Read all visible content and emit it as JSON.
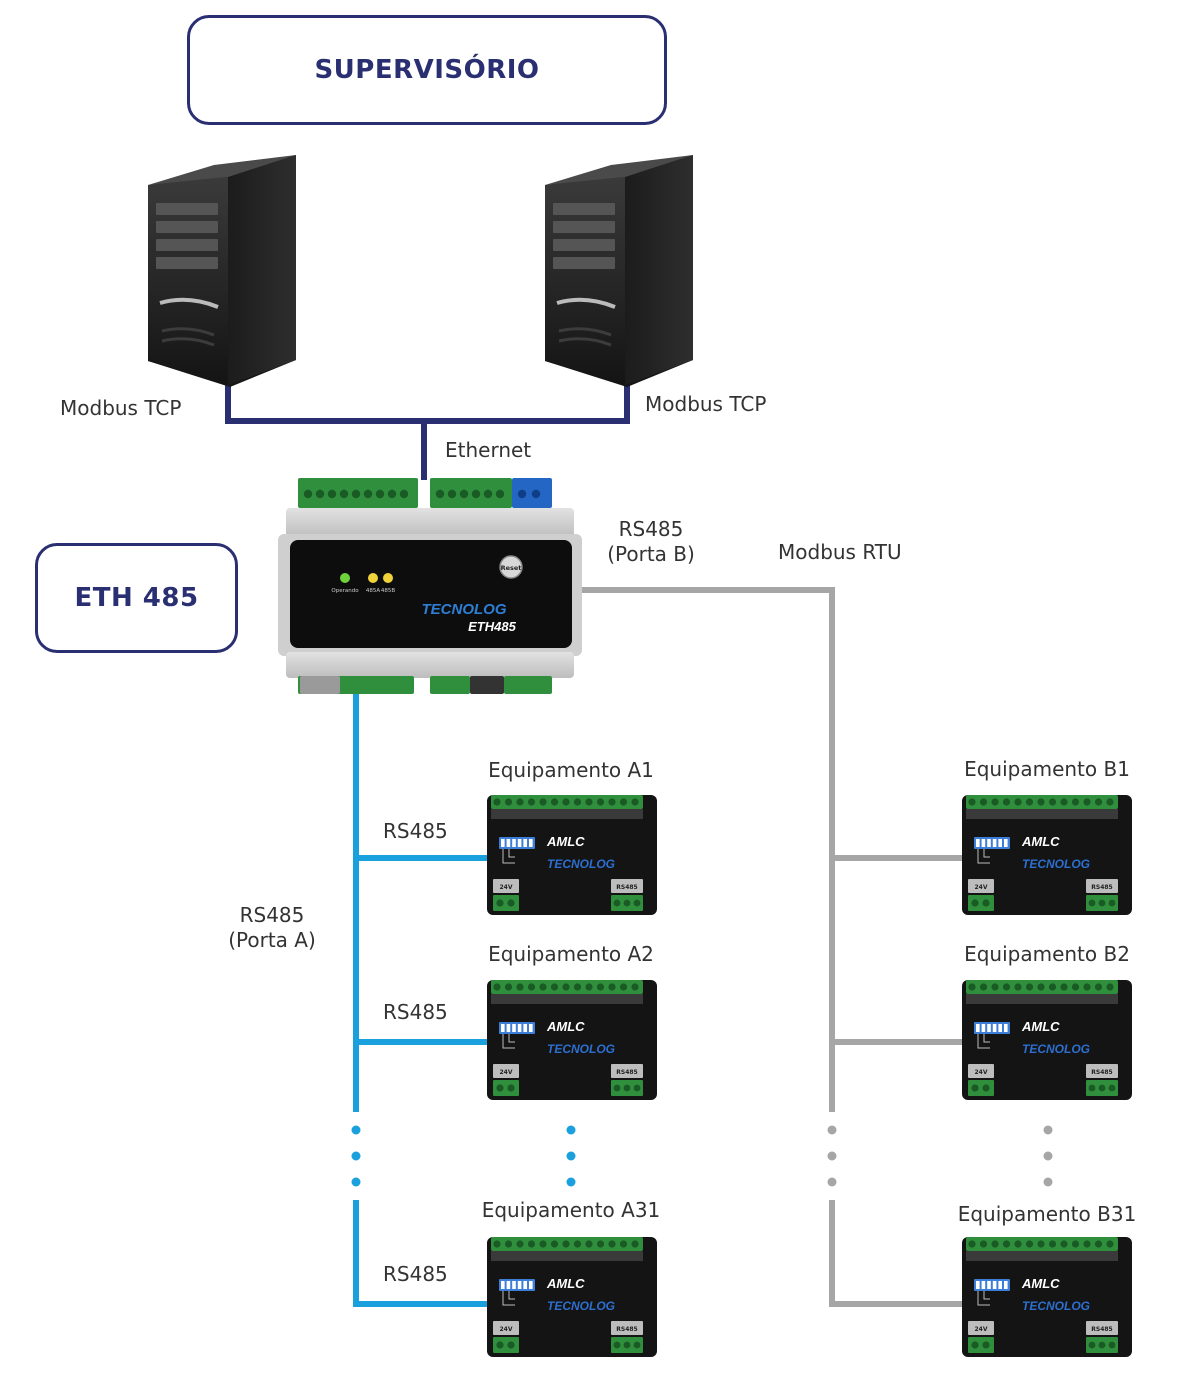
{
  "supervisor": {
    "label": "SUPERVISÓRIO"
  },
  "gateway": {
    "label": "ETH 485",
    "brand": "TECNOLOG",
    "model": "ETH485",
    "reset_label": "Reset",
    "led_labels": [
      "Operando",
      "485A",
      "485B"
    ]
  },
  "servers": [
    {
      "protocol_label": "Modbus TCP"
    },
    {
      "protocol_label": "Modbus TCP"
    }
  ],
  "links": {
    "ethernet": "Ethernet",
    "port_b": [
      "RS485",
      "(Porta B)"
    ],
    "modbus_rtu": "Modbus RTU",
    "port_a": [
      "RS485",
      "(Porta A)"
    ],
    "branch_label": "RS485"
  },
  "devices_a": [
    "Equipamento A1",
    "Equipamento A2",
    "Equipamento A31"
  ],
  "devices_b": [
    "Equipamento B1",
    "Equipamento B2",
    "Equipamento B31"
  ],
  "device_face": {
    "model": "AMLC",
    "brand": "TECNOLOG",
    "power_label": "24V",
    "bus_label": "RS485"
  },
  "colors": {
    "frame": "#2a2f72",
    "ethernet": "#2a2f72",
    "port_a": "#1aa0dd",
    "port_b": "#a6a6a6"
  }
}
